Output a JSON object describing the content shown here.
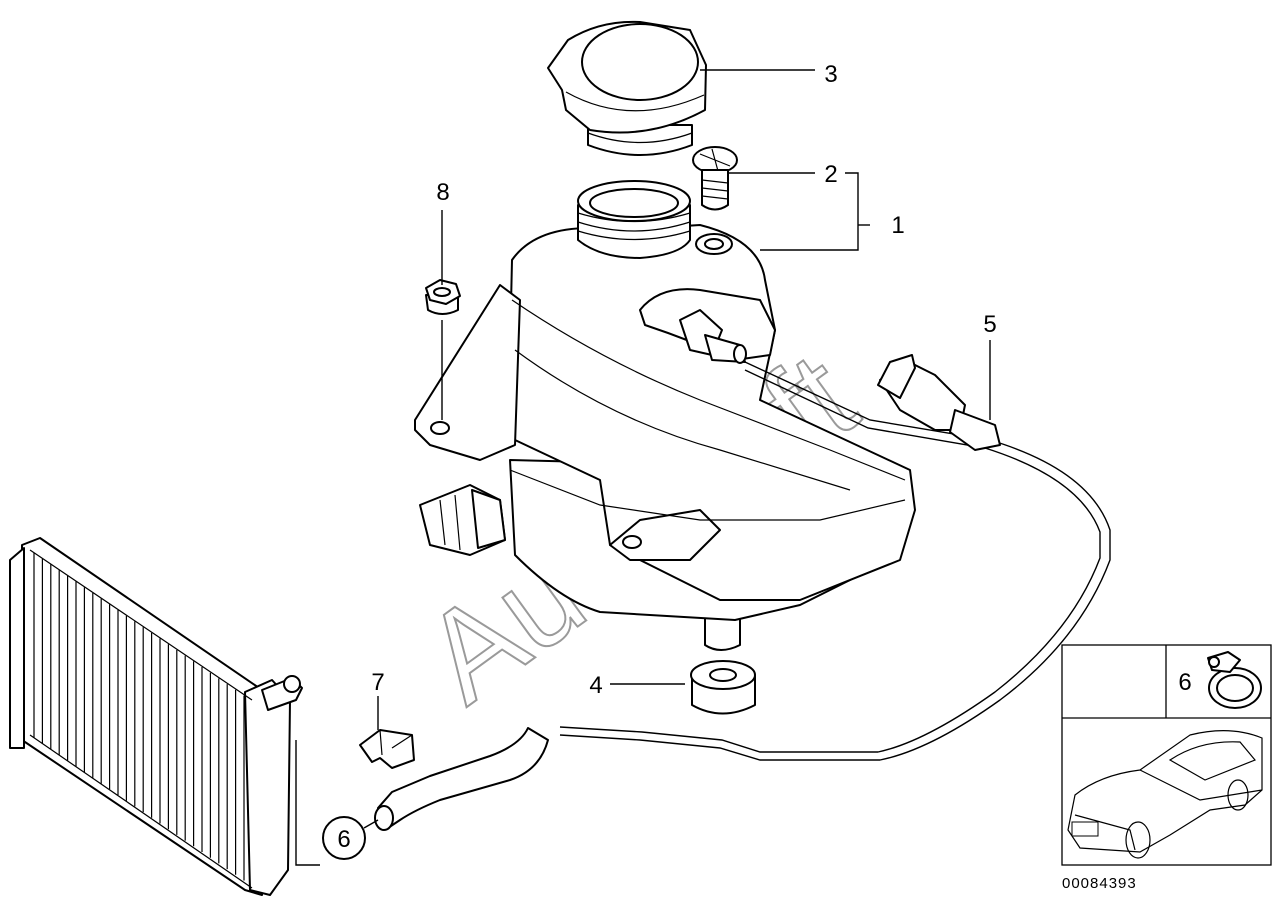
{
  "diagram": {
    "callouts": [
      {
        "id": "1",
        "label": "1"
      },
      {
        "id": "2",
        "label": "2"
      },
      {
        "id": "3",
        "label": "3"
      },
      {
        "id": "4",
        "label": "4"
      },
      {
        "id": "5",
        "label": "5"
      },
      {
        "id": "6",
        "label": "6"
      },
      {
        "id": "7",
        "label": "7"
      },
      {
        "id": "8",
        "label": "8"
      }
    ],
    "inset_callout": "6",
    "watermark": "AutoSoft",
    "document_number": "00084393"
  }
}
